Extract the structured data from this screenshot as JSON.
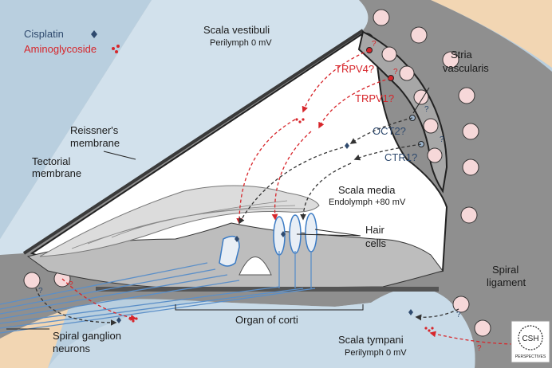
{
  "colors": {
    "red": "#d7262b",
    "blue": "#2f4a6e",
    "background": "#b9cfdf",
    "bone": "#f2d6b3",
    "tissue": "#8f8f8f",
    "cell_fill": "#f6d8d9"
  },
  "legend": {
    "cisplatin": "Cisplatin",
    "aminoglycoside": "Aminoglycoside",
    "cisplatin_icon": "diamond-icon",
    "aminoglycoside_icon": "dot-cluster-icon"
  },
  "labels": {
    "scala_vestibuli": "Scala vestibuli",
    "perilymph_top": "Perilymph 0 mV",
    "stria_line1": "Stria",
    "stria_line2": "vascularis",
    "reissner_line1": "Reissner's",
    "reissner_line2": "membrane",
    "tectorial_line1": "Tectorial",
    "tectorial_line2": "membrane",
    "scala_media": "Scala media",
    "endolymph": "Endolymph +80 mV",
    "hair_line1": "Hair",
    "hair_line2": "cells",
    "spiral_lig_line1": "Spiral",
    "spiral_lig_line2": "ligament",
    "organ_of_corti": "Organ of corti",
    "scala_tympani": "Scala tympani",
    "perilymph_bottom": "Perilymph 0 mV",
    "spiral_ganglion_line1": "Spiral ganglion",
    "spiral_ganglion_line2": "neurons"
  },
  "channels": {
    "trpv4": "TRPV4?",
    "trpv1": "TRPV1?",
    "oct2": "OCT2?",
    "ctr1": "CTR1?",
    "question": "?"
  },
  "logo": {
    "text": "CSH",
    "subtext": "PERSPECTIVES"
  }
}
